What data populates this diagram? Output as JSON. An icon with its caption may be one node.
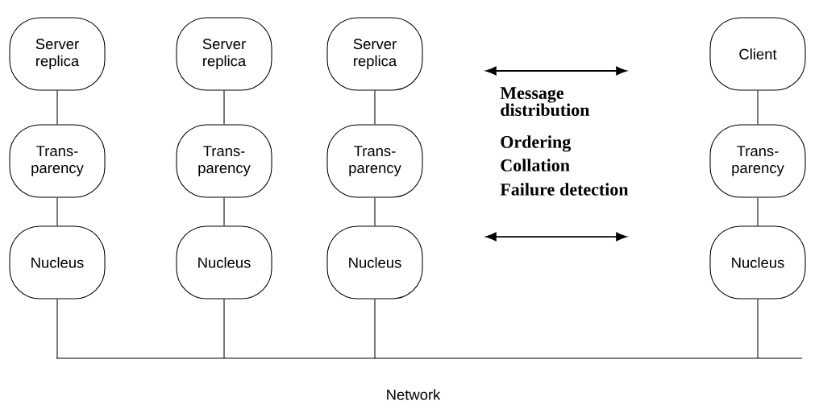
{
  "diagram": {
    "nodes": [
      {
        "text": [
          "Server replica"
        ]
      },
      {
        "text": [
          "Trans- parency"
        ]
      },
      {
        "text": [
          "Nucleus"
        ]
      },
      {
        "text": [
          "Server replica"
        ]
      },
      {
        "text": [
          "Trans- parency"
        ]
      },
      {
        "text": [
          "Nucleus"
        ]
      },
      {
        "text": [
          "Server replica"
        ]
      },
      {
        "text": [
          "Trans- parency"
        ]
      },
      {
        "text": [
          "Nucleus"
        ]
      },
      {
        "text": [
          "Client"
        ]
      },
      {
        "text": [
          "Trans- parency"
        ]
      },
      {
        "text": [
          "Nucleus"
        ]
      },
      {
        "text": [],
        "shape": "bar",
        "beside": [
          "Network"
        ]
      }
    ],
    "edges": [
      {
        "from": 0,
        "to": 1,
        "arrow": "none"
      },
      {
        "from": 1,
        "to": 2,
        "arrow": "none"
      },
      {
        "from": 3,
        "to": 4,
        "arrow": "none"
      },
      {
        "from": 4,
        "to": 5,
        "arrow": "none"
      },
      {
        "from": 6,
        "to": 7,
        "arrow": "none"
      },
      {
        "from": 7,
        "to": 8,
        "arrow": "none"
      },
      {
        "from": 9,
        "to": 10,
        "arrow": "none"
      },
      {
        "from": 10,
        "to": 11,
        "arrow": "none"
      },
      {
        "from": 2,
        "to": 12,
        "arrow": "none"
      },
      {
        "from": 5,
        "to": 12,
        "arrow": "none"
      },
      {
        "from": 8,
        "to": 12,
        "arrow": "none"
      },
      {
        "from": 11,
        "to": 12,
        "arrow": "none"
      }
    ],
    "labels": [
      "Message distribution",
      "Ordering",
      "Collation",
      "Failure detection"
    ]
  }
}
